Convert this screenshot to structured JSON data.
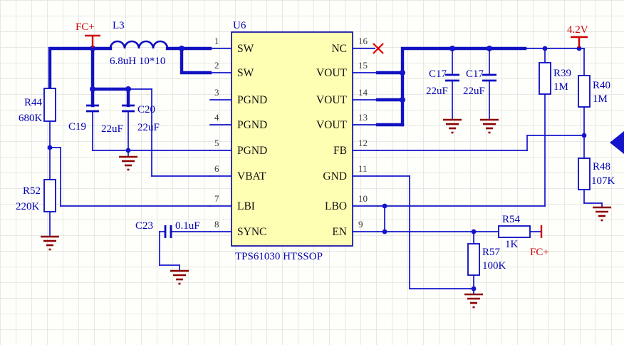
{
  "colors": {
    "wire": "#1414cc",
    "component_outline": "#0a0ac0",
    "ic_fill": "#ffffb4",
    "ground": "#8b0000",
    "power_red": "#cc0000",
    "label_blue": "#0000b4",
    "pin_text": "#111111"
  },
  "ic": {
    "designator": "U6",
    "part_label": "TPS61030 HTSSOP",
    "left_pins": [
      {
        "num": "1",
        "name": "SW"
      },
      {
        "num": "2",
        "name": "SW"
      },
      {
        "num": "3",
        "name": "PGND"
      },
      {
        "num": "4",
        "name": "PGND"
      },
      {
        "num": "5",
        "name": "PGND"
      },
      {
        "num": "6",
        "name": "VBAT"
      },
      {
        "num": "7",
        "name": "LBI"
      },
      {
        "num": "8",
        "name": "SYNC"
      }
    ],
    "right_pins": [
      {
        "num": "16",
        "name": "NC"
      },
      {
        "num": "15",
        "name": "VOUT"
      },
      {
        "num": "14",
        "name": "VOUT"
      },
      {
        "num": "13",
        "name": "VOUT"
      },
      {
        "num": "12",
        "name": "FB"
      },
      {
        "num": "11",
        "name": "GND"
      },
      {
        "num": "10",
        "name": "LBO"
      },
      {
        "num": "9",
        "name": "EN"
      }
    ]
  },
  "power": {
    "fc_top": "FC+",
    "v42": "4.2V",
    "fc_bottom": "FC+"
  },
  "components": {
    "l3": {
      "designator": "L3",
      "value": "6.8uH 10*10"
    },
    "r44": {
      "designator": "R44",
      "value": "680K"
    },
    "r52": {
      "designator": "R52",
      "value": "220K"
    },
    "c19": {
      "designator": "C19",
      "value": "22uF"
    },
    "c20": {
      "designator": "C20",
      "value": "22uF"
    },
    "c23": {
      "designator": "C23",
      "value": "0.1uF"
    },
    "c17a": {
      "designator": "C17",
      "value": "22uF"
    },
    "c17b": {
      "designator": "C17",
      "value": "22uF"
    },
    "r39": {
      "designator": "R39",
      "value": "1M"
    },
    "r40": {
      "designator": "R40",
      "value": "1M"
    },
    "r48": {
      "designator": "R48",
      "value": "107K"
    },
    "r54": {
      "designator": "R54",
      "value": "1K"
    },
    "r57": {
      "designator": "R57",
      "value": "100K"
    }
  }
}
